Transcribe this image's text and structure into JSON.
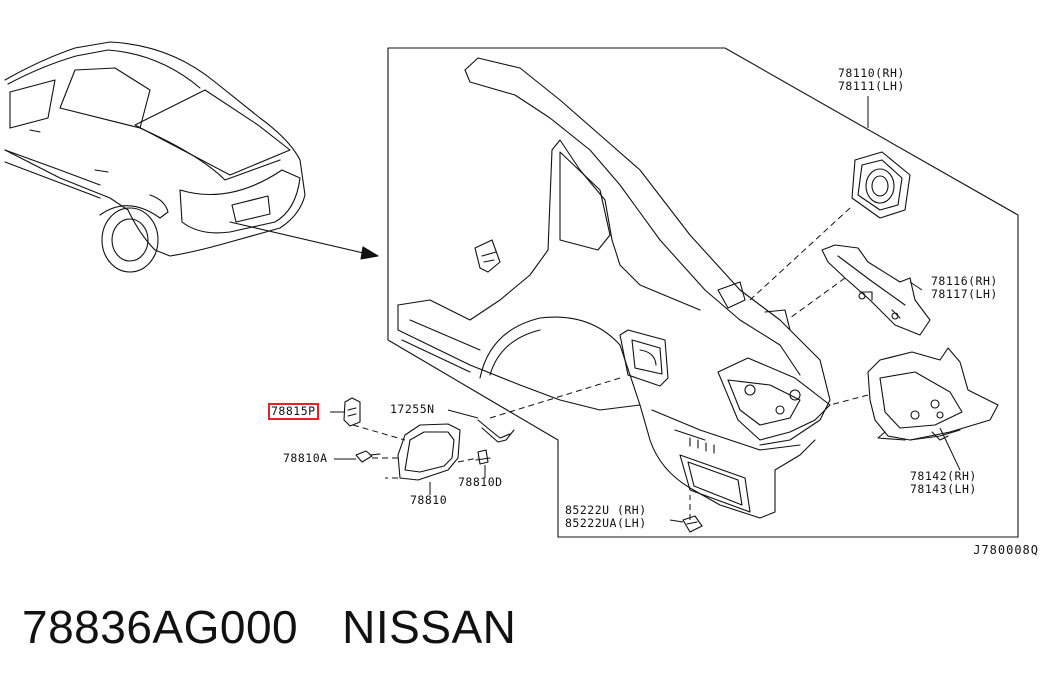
{
  "callouts": {
    "c78110": "78110(RH)",
    "c78111": "78111(LH)",
    "c78116": "78116(RH)",
    "c78117": "78117(LH)",
    "c78142": "78142(RH)",
    "c78143": "78143(LH)",
    "c85222u": "85222U  (RH)",
    "c85222ua": "85222UA(LH)",
    "c17255n": "17255N",
    "c78815p": "78815P",
    "c78810a": "78810A",
    "c78810": "78810",
    "c78810d": "78810D"
  },
  "highlight_color": "#e8202a",
  "diagram_ref": "J780008Q",
  "footer": {
    "part_number": "78836AG000",
    "brand": "NISSAN"
  }
}
